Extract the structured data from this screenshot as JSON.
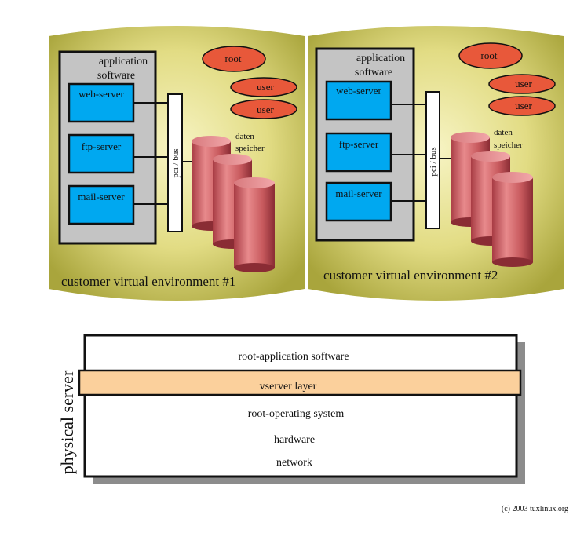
{
  "env1": {
    "title": "customer virtual environment #1",
    "app_label_line1": "application",
    "app_label_line2": "software",
    "servers": [
      "web-server",
      "ftp-server",
      "mail-server"
    ],
    "bus_label": "pci / bus",
    "storage_line1": "daten-",
    "storage_line2": "speicher",
    "root_label": "root",
    "users": [
      "user",
      "user"
    ]
  },
  "env2": {
    "title": "customer virtual environment #2",
    "app_label_line1": "application",
    "app_label_line2": "software",
    "servers": [
      "web-server",
      "ftp-server",
      "mail-server"
    ],
    "bus_label": "pci / bus",
    "storage_line1": "daten-",
    "storage_line2": "speicher",
    "root_label": "root",
    "users": [
      "user",
      "user"
    ]
  },
  "physical_server": {
    "side_label": "physical server",
    "layers": [
      "root-application software",
      "vserver layer",
      "root-operating system",
      "hardware",
      "network"
    ]
  },
  "copyright": "(c) 2003 tuxlinux.org",
  "colors": {
    "env_fill_center": "#f4f0b0",
    "env_fill_edge": "#a8a838",
    "server_box": "#00a8f0",
    "app_panel": "#c4c4c4",
    "oval": "#e8583a",
    "cylinder": "#c85a5e",
    "vserver_layer": "#fbd09c"
  }
}
